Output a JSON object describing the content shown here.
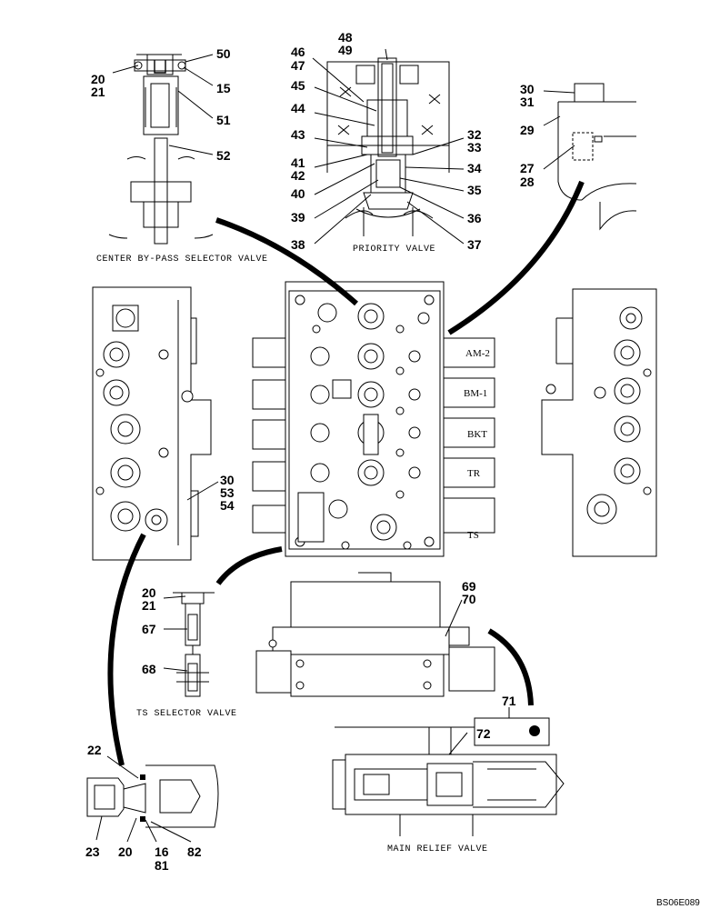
{
  "captions": {
    "center_bypass": "CENTER BY-PASS SELECTOR VALVE",
    "priority": "PRIORITY VALVE",
    "ts_selector": "TS SELECTOR VALVE",
    "main_relief": "MAIN RELIEF VALVE"
  },
  "section_tags": {
    "am2": "AM-2",
    "bm1": "BM-1",
    "bkt": "BKT",
    "tr": "TR",
    "ts": "TS"
  },
  "doc_id": "BS06E089",
  "callouts": {
    "c20a": "20",
    "c21a": "21",
    "c50": "50",
    "c15": "15",
    "c51": "51",
    "c52": "52",
    "c48": "48",
    "c49": "49",
    "c46": "46",
    "c47": "47",
    "c45": "45",
    "c44": "44",
    "c43": "43",
    "c41": "41",
    "c42": "42",
    "c40": "40",
    "c39": "39",
    "c38": "38",
    "c32": "32",
    "c33": "33",
    "c34": "34",
    "c35": "35",
    "c36": "36",
    "c37": "37",
    "c30a": "30",
    "c31": "31",
    "c29": "29",
    "c27": "27",
    "c28": "28",
    "c30b": "30",
    "c53": "53",
    "c54": "54",
    "c20b": "20",
    "c21b": "21",
    "c67": "67",
    "c68": "68",
    "c69": "69",
    "c70": "70",
    "c71": "71",
    "c72": "72",
    "c22": "22",
    "c23": "23",
    "c20c": "20",
    "c16": "16",
    "c81": "81",
    "c82": "82"
  }
}
